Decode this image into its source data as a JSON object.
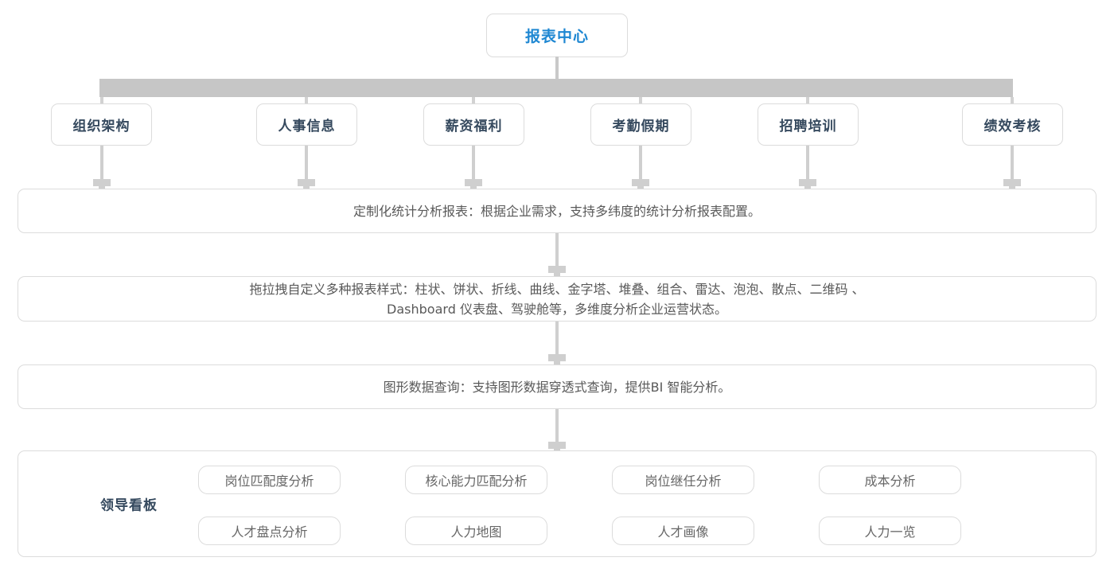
{
  "title_box": {
    "label": "报表中心"
  },
  "module_boxes": [
    "组织架构",
    "人事信息",
    "薪资福利",
    "考勤假期",
    "招聘培训",
    "绩效考核"
  ],
  "feature_rows": {
    "custom_reports": "定制化统计分析报表：根据企业需求，支持多纬度的统计分析报表配置。",
    "report_styles_line1": "拖拉拽自定义多种报表样式：柱状、饼状、折线、曲线、金字塔、堆叠、组合、雷达、泡泡、散点、二维码 、",
    "report_styles_line2": "Dashboard 仪表盘、驾驶舱等，多维度分析企业运营状态。",
    "graph_query": "图形数据查询：支持图形数据穿透式查询，提供BI 智能分析。"
  },
  "dashboard": {
    "label": "领导看板",
    "items": [
      "岗位匹配度分析",
      "核心能力匹配分析",
      "岗位继任分析",
      "成本分析",
      "人才盘点分析",
      "人力地图",
      "人才画像",
      "人力一览"
    ]
  },
  "colors": {
    "accent_blue": "#1e87d2",
    "dark_navy": "#35495e",
    "bus_bar_gray": "#c6c6c6",
    "connector_gray": "#cfcfcf",
    "border_gray": "#dcdcdc",
    "body_text_gray": "#595959"
  }
}
